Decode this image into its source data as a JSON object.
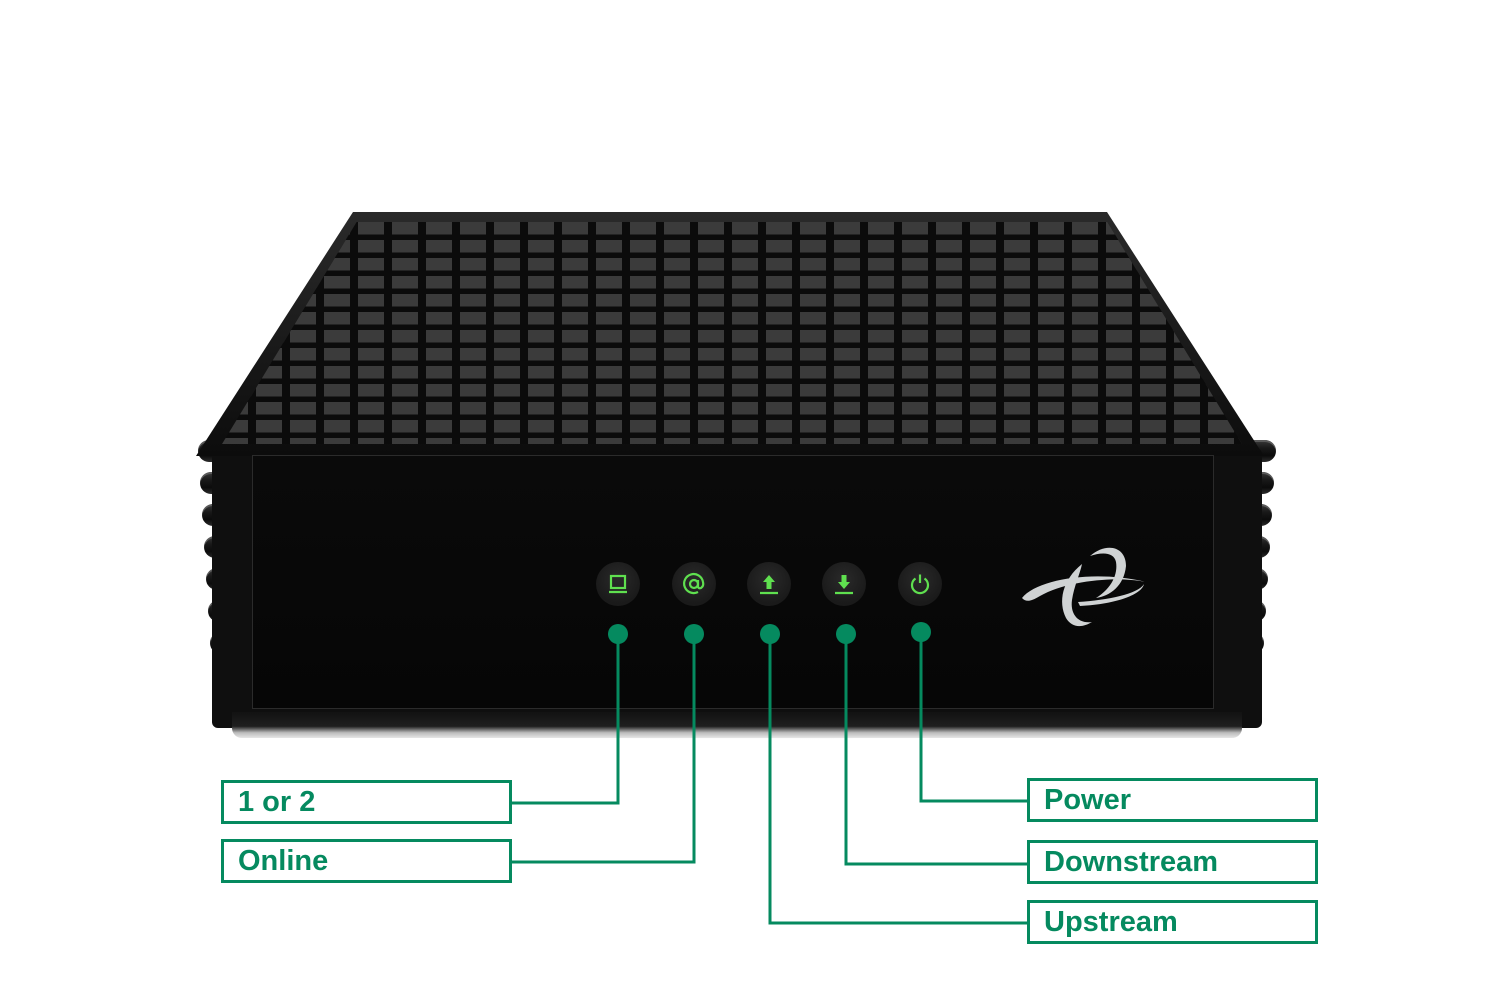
{
  "image": {
    "subject": "Cable modem front view with LED indicator legend",
    "accent_color": "#058a5f",
    "led_color": "#5fe04f",
    "device_color": "#0f0f0f"
  },
  "indicators": [
    {
      "id": "link",
      "icon": "laptop-icon",
      "label": "1 or 2"
    },
    {
      "id": "online",
      "icon": "at-sign-icon",
      "label": "Online"
    },
    {
      "id": "upstream",
      "icon": "upload-arrow-icon",
      "label": "Upstream"
    },
    {
      "id": "downstream",
      "icon": "download-arrow-icon",
      "label": "Downstream"
    },
    {
      "id": "power",
      "icon": "power-icon",
      "label": "Power"
    }
  ],
  "logo": {
    "icon": "swoosh-logo-icon"
  }
}
